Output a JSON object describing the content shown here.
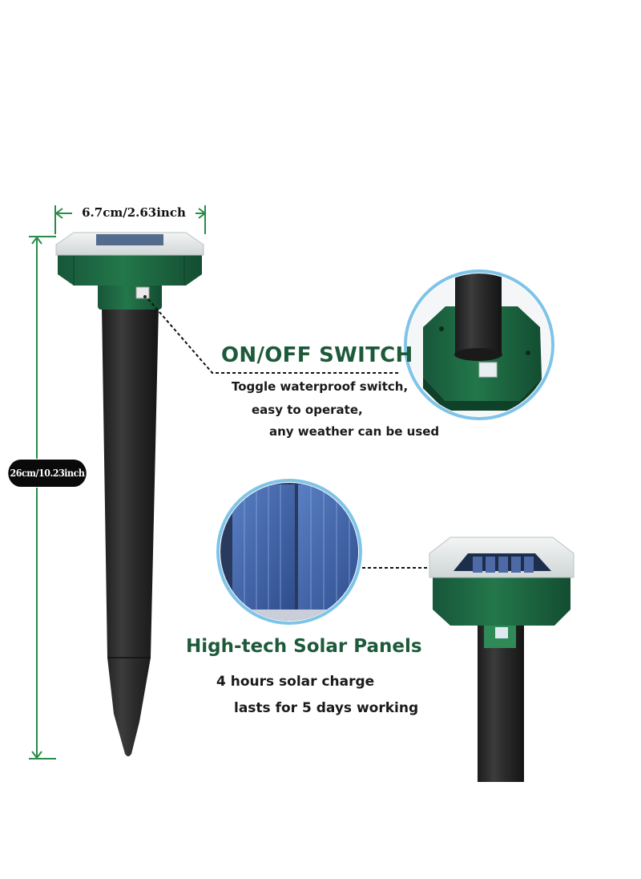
{
  "dimensions": {
    "width_label": "6.7cm/2.63inch",
    "height_label": "26cm/10.23inch"
  },
  "features": {
    "switch": {
      "title": "ON/OFF SWITCH",
      "lines": [
        "Toggle waterproof switch,",
        "easy to operate,",
        "any weather can be used"
      ]
    },
    "solar": {
      "title": "High-tech Solar Panels",
      "lines": [
        "4 hours solar charge",
        "lasts for 5 days working"
      ]
    }
  },
  "colors": {
    "brand_green": "#1d5a3a",
    "housing_green": "#1f6b43",
    "stake_black": "#2a2a2a",
    "callout_ring": "#7fc4e8"
  }
}
